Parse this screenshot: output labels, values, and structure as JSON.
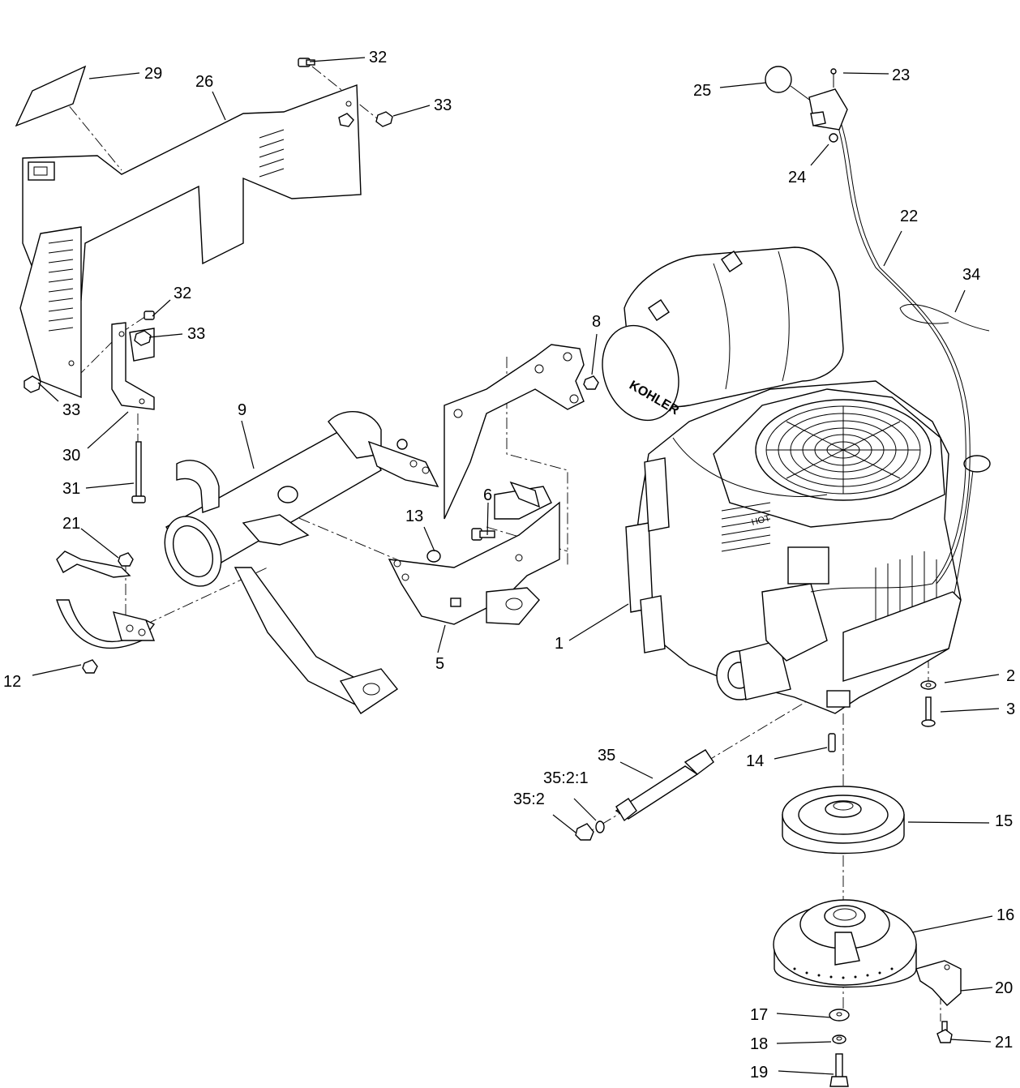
{
  "callouts": {
    "c1": "1",
    "c2": "2",
    "c3": "3",
    "c5": "5",
    "c6": "6",
    "c8": "8",
    "c9": "9",
    "c12": "12",
    "c13": "13",
    "c14": "14",
    "c15": "15",
    "c16": "16",
    "c17": "17",
    "c18": "18",
    "c19": "19",
    "c20": "20",
    "c21a": "21",
    "c21b": "21",
    "c22": "22",
    "c23": "23",
    "c24": "24",
    "c25": "25",
    "c26": "26",
    "c29": "29",
    "c30": "30",
    "c31": "31",
    "c32a": "32",
    "c32b": "32",
    "c33a": "33",
    "c33b": "33",
    "c33c": "33",
    "c34": "34",
    "c35": "35",
    "c35_2_1": "35:2:1",
    "c35_2": "35:2"
  },
  "engine_brand_text": "KOHLER",
  "engine_warning_text": "HOT"
}
